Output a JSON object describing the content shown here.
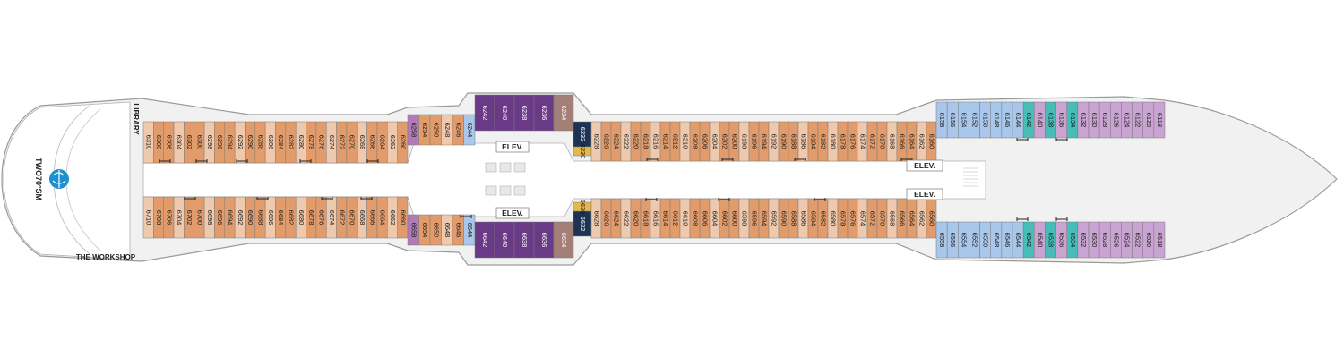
{
  "labels": {
    "library": "LIBRARY",
    "workshop": "THE WORKSHOP",
    "two70": "TWO70°SM",
    "elev_mid_top": "ELEV.",
    "elev_mid_bottom": "ELEV.",
    "elev_fwd_top": "ELEV.",
    "elev_fwd_bottom": "ELEV."
  },
  "colors": {
    "hull": "#f1f1f1",
    "hull_stroke": "#9a9a9a",
    "interior_stateroom": "#efc9ad",
    "balcony_stateroom": "#e29c6b",
    "junior_suite": "#b27ab8",
    "grand_suite": "#6a3a86",
    "owners_suite": "#a37f78",
    "infinite_veranda_fwd": "#c9a3d2",
    "accessible_blue": "#a9c7ea",
    "studio_teal": "#46bdb6",
    "navy": "#1d3353",
    "gold": "#e5b84b",
    "logo_blue": "#1e8fd0"
  },
  "icons": [
    "accessible-icon",
    "connecting-door-icon",
    "sofa-bed-icon",
    "globe-logo-icon"
  ],
  "top_row": {
    "aft_block": [
      "6310",
      "6308",
      "6306",
      "6304",
      "6302",
      "6300",
      "6298",
      "6296",
      "6294",
      "6292",
      "6290",
      "6288",
      "6286",
      "6284",
      "6282",
      "6280",
      "6278",
      "6276",
      "6274",
      "6272",
      "6270",
      "6268",
      "6266",
      "6264",
      "6262",
      "6260"
    ],
    "mid_block": [
      "6258",
      "6254",
      "6250",
      "6248",
      "6246",
      "6244"
    ],
    "suites": [
      "6242",
      "6240",
      "6238",
      "6236",
      "6234"
    ],
    "navy": [
      "6232"
    ],
    "gold": [
      "6230"
    ],
    "fwd_block": [
      "6228",
      "6226",
      "6224",
      "6222",
      "6220",
      "6218",
      "6216",
      "6214",
      "6212",
      "6210",
      "6208",
      "6206",
      "6204",
      "6202",
      "6200",
      "6198",
      "6196",
      "6194",
      "6192",
      "6190",
      "6188",
      "6186",
      "6184",
      "6182",
      "6180",
      "6178",
      "6176",
      "6174",
      "6172",
      "6170",
      "6168",
      "6166",
      "6164",
      "6162",
      "6160"
    ],
    "bow_block": [
      "6158",
      "6156",
      "6154",
      "6152",
      "6150",
      "6148",
      "6146",
      "6144",
      "6142",
      "6140",
      "6138",
      "6136",
      "6134",
      "6132",
      "6130",
      "6128",
      "6126",
      "6124",
      "6122",
      "6120",
      "6118"
    ]
  },
  "bottom_row": {
    "aft_block": [
      "6710",
      "6708",
      "6706",
      "6704",
      "6702",
      "6700",
      "6698",
      "6696",
      "6694",
      "6692",
      "6690",
      "6688",
      "6686",
      "6684",
      "6682",
      "6680",
      "6678",
      "6676",
      "6674",
      "6672",
      "6670",
      "6668",
      "6666",
      "6664",
      "6662",
      "6660"
    ],
    "mid_block": [
      "6658",
      "6654",
      "6650",
      "6648",
      "6646",
      "6644"
    ],
    "suites": [
      "6642",
      "6640",
      "6638",
      "6636",
      "6634"
    ],
    "navy": [
      "6632"
    ],
    "gold": [
      "6630"
    ],
    "fwd_block": [
      "6628",
      "6626",
      "6624",
      "6622",
      "6620",
      "6618",
      "6616",
      "6614",
      "6612",
      "6610",
      "6608",
      "6606",
      "6604",
      "6602",
      "6600",
      "6598",
      "6596",
      "6594",
      "6592",
      "6590",
      "6588",
      "6586",
      "6584",
      "6582",
      "6580",
      "6578",
      "6576",
      "6574",
      "6572",
      "6570",
      "6568",
      "6566",
      "6564",
      "6562",
      "6560"
    ],
    "bow_block": [
      "6558",
      "6556",
      "6554",
      "6552",
      "6550",
      "6548",
      "6546",
      "6544",
      "6542",
      "6540",
      "6538",
      "6536",
      "6534",
      "6532",
      "6530",
      "6528",
      "6526",
      "6524",
      "6522",
      "6520",
      "6518"
    ]
  }
}
